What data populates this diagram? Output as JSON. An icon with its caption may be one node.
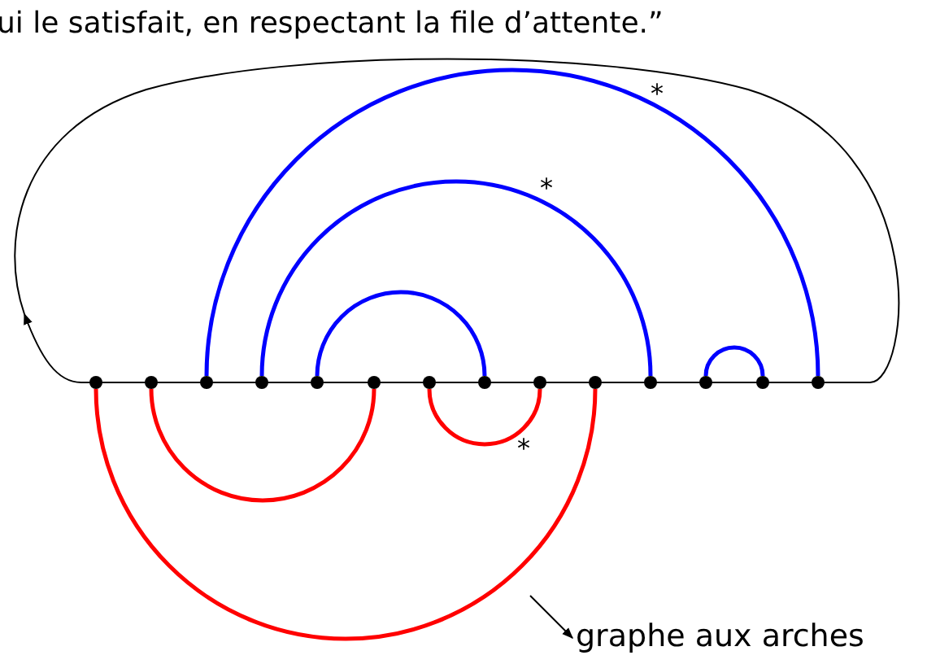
{
  "diagram": {
    "nodes": [
      {
        "text": [],
        "shape": "circle"
      },
      {
        "text": [],
        "shape": "circle"
      },
      {
        "text": [],
        "shape": "circle"
      },
      {
        "text": [],
        "shape": "circle"
      },
      {
        "text": [],
        "shape": "circle"
      },
      {
        "text": [],
        "shape": "circle"
      },
      {
        "text": [],
        "shape": "circle"
      },
      {
        "text": [],
        "shape": "circle"
      },
      {
        "text": [],
        "shape": "circle"
      },
      {
        "text": [],
        "shape": "circle"
      },
      {
        "text": [],
        "shape": "circle"
      },
      {
        "text": [],
        "shape": "circle"
      },
      {
        "text": [],
        "shape": "circle"
      },
      {
        "text": [],
        "shape": "circle"
      },
      {
        "text": [
          "graphe aux arches"
        ]
      }
    ],
    "edges": [
      {
        "from": 2,
        "to": 13,
        "arrow": "none",
        "color": "#0000ff"
      },
      {
        "from": 3,
        "to": 10,
        "arrow": "none",
        "color": "#0000ff"
      },
      {
        "from": 4,
        "to": 7,
        "arrow": "none",
        "color": "#0000ff"
      },
      {
        "from": 11,
        "to": 12,
        "arrow": "none",
        "color": "#0000ff"
      },
      {
        "from": 0,
        "to": 9,
        "arrow": "none",
        "color": "#ff0000"
      },
      {
        "from": 1,
        "to": 5,
        "arrow": "none",
        "color": "#ff0000"
      },
      {
        "from": 6,
        "to": 8,
        "arrow": "none",
        "color": "#ff0000"
      },
      {
        "from": null,
        "to": 14,
        "arrow": "to",
        "color": "#000000"
      }
    ],
    "labels": [
      "ui le satisfait, en respectant la file d’attente.”",
      "*",
      "*",
      "*"
    ]
  }
}
